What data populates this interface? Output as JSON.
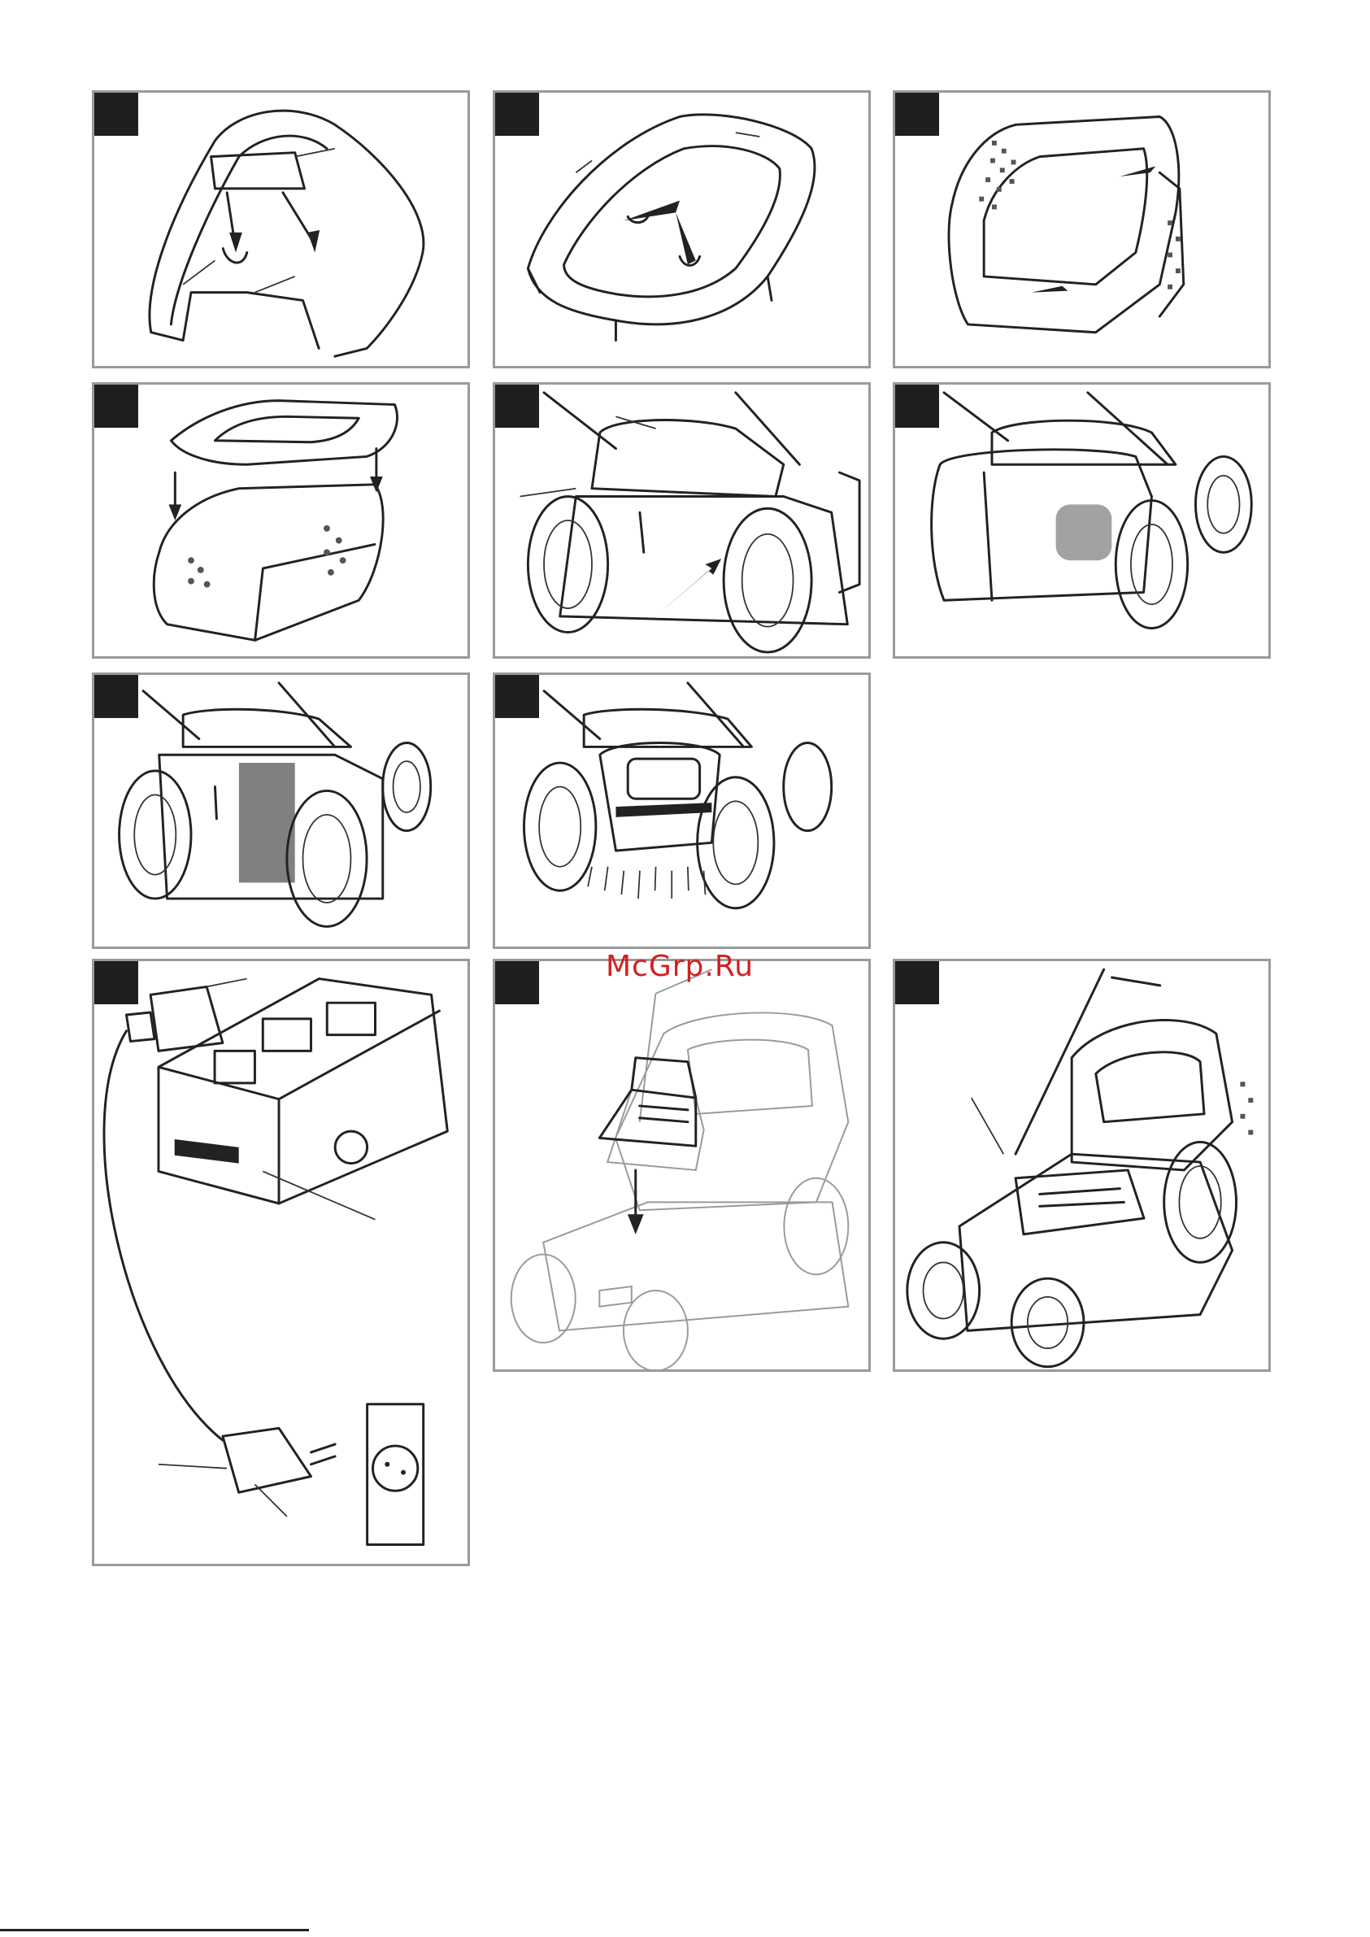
{
  "watermark": {
    "text": "McGrp.Ru",
    "color": "#d21f1f"
  },
  "panels": [
    {
      "id": "handle-top-clip",
      "icon": "handle-clip-drawing"
    },
    {
      "id": "catcher-frame",
      "icon": "catcher-frame-drawing"
    },
    {
      "id": "catcher-bag-insert",
      "icon": "catcher-bag-drawing"
    },
    {
      "id": "catcher-assembly",
      "icon": "catcher-assembly-drawing"
    },
    {
      "id": "mower-rear-flap",
      "icon": "mower-rear-drawing"
    },
    {
      "id": "mower-with-catcher",
      "icon": "mower-catcher-drawing"
    },
    {
      "id": "mower-rear-open",
      "icon": "mower-open-drawing"
    },
    {
      "id": "mower-mulching",
      "icon": "mower-mulch-drawing"
    },
    {
      "id": "battery-charger",
      "icon": "charger-drawing"
    },
    {
      "id": "battery-insert",
      "icon": "battery-insert-drawing"
    },
    {
      "id": "mower-front-view",
      "icon": "mower-front-drawing"
    }
  ],
  "colors": {
    "tag": "#1f1f1f",
    "border": "#9a9a9a",
    "ink": "#222222"
  }
}
